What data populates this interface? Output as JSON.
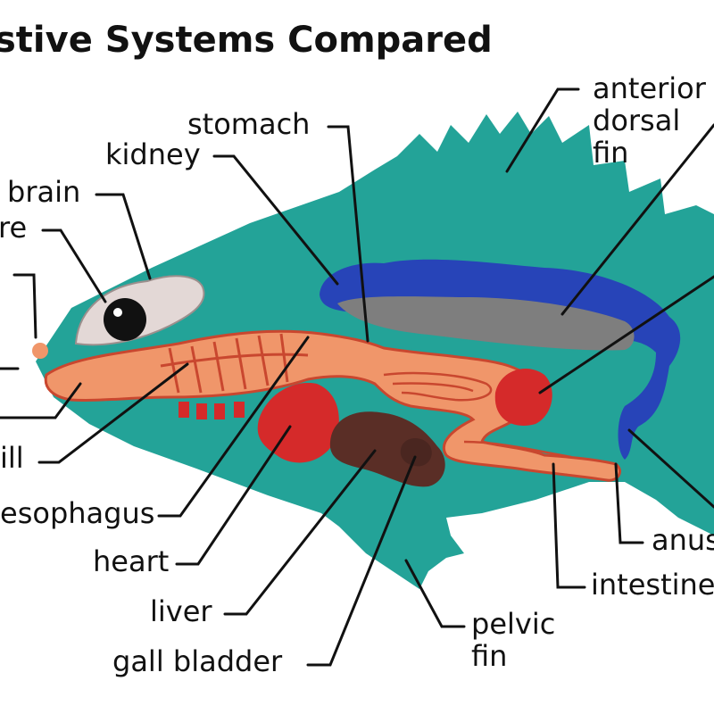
{
  "title": "stive Systems Compared",
  "colors": {
    "body": "#23A398",
    "digestive": "#F0966A",
    "digestive_outline": "#C9472F",
    "kidney": "#2744B8",
    "stomach_gray": "#7E7E7E",
    "heart": "#D52A2A",
    "liver": "#5A2E26",
    "eye": "#111111",
    "brain": "#E3D8D6",
    "leader_line": "#111111"
  },
  "labels": {
    "stomach": "stomach",
    "kidney": "kidney",
    "brain": "brain",
    "re": "re",
    "gill": "ill",
    "esophagus": "esophagus",
    "heart": "heart",
    "liver": "liver",
    "gall_bladder": "gall bladder",
    "anterior_line1": "anterior",
    "anterior_line2": "dorsal",
    "anterior_line3": "fin",
    "anus": "anus",
    "intestine": "intestine",
    "pelvic_line1": "pelvic",
    "pelvic_line2": "fin"
  }
}
